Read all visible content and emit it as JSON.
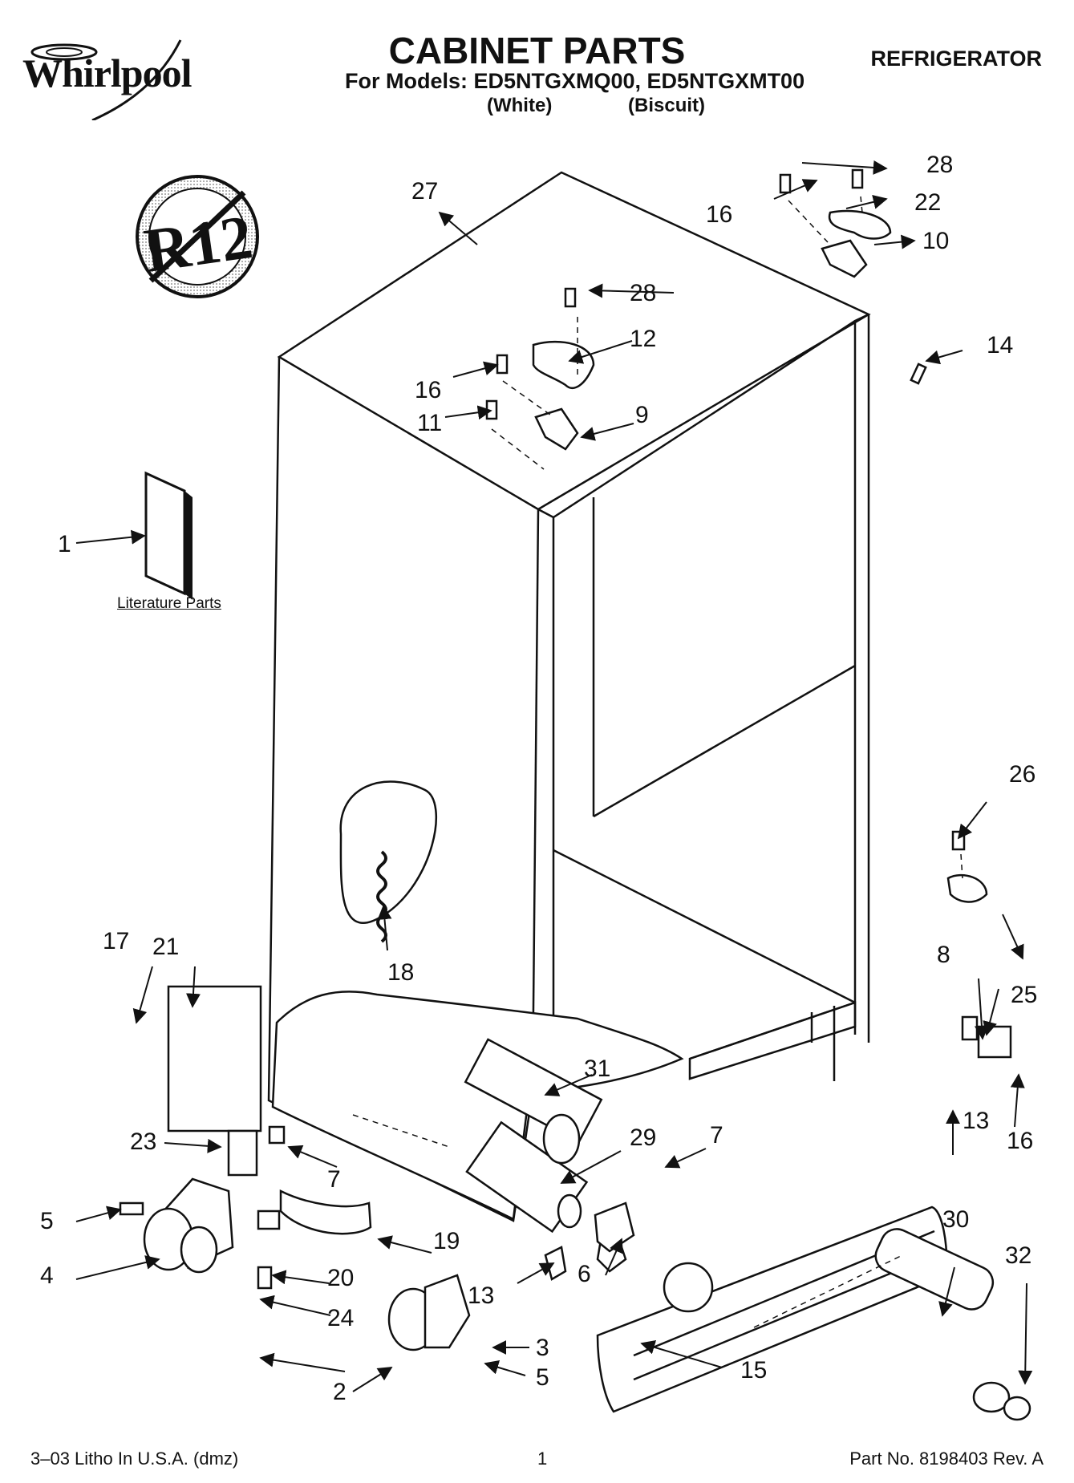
{
  "header": {
    "brand": "Whirlpool",
    "title": "CABINET PARTS",
    "models_line": "For Models: ED5NTGXMQ00, ED5NTGXMT00",
    "color_white": "(White)",
    "color_biscuit": "(Biscuit)",
    "category": "REFRIGERATOR"
  },
  "badge": {
    "text": "R12",
    "icon": "no-r12-icon"
  },
  "literature_label": "Literature Parts",
  "callouts": [
    {
      "id": "c1",
      "label": "1"
    },
    {
      "id": "c2",
      "label": "2"
    },
    {
      "id": "c3",
      "label": "3"
    },
    {
      "id": "c4",
      "label": "4"
    },
    {
      "id": "c5a",
      "label": "5"
    },
    {
      "id": "c5b",
      "label": "5"
    },
    {
      "id": "c6",
      "label": "6"
    },
    {
      "id": "c7a",
      "label": "7"
    },
    {
      "id": "c7b",
      "label": "7"
    },
    {
      "id": "c8",
      "label": "8"
    },
    {
      "id": "c9",
      "label": "9"
    },
    {
      "id": "c10",
      "label": "10"
    },
    {
      "id": "c11",
      "label": "11"
    },
    {
      "id": "c12",
      "label": "12"
    },
    {
      "id": "c13a",
      "label": "13"
    },
    {
      "id": "c13b",
      "label": "13"
    },
    {
      "id": "c14",
      "label": "14"
    },
    {
      "id": "c15",
      "label": "15"
    },
    {
      "id": "c16a",
      "label": "16"
    },
    {
      "id": "c16b",
      "label": "16"
    },
    {
      "id": "c16c",
      "label": "16"
    },
    {
      "id": "c17",
      "label": "17"
    },
    {
      "id": "c18",
      "label": "18"
    },
    {
      "id": "c19",
      "label": "19"
    },
    {
      "id": "c20",
      "label": "20"
    },
    {
      "id": "c21",
      "label": "21"
    },
    {
      "id": "c22",
      "label": "22"
    },
    {
      "id": "c23",
      "label": "23"
    },
    {
      "id": "c24",
      "label": "24"
    },
    {
      "id": "c25",
      "label": "25"
    },
    {
      "id": "c26",
      "label": "26"
    },
    {
      "id": "c27",
      "label": "27"
    },
    {
      "id": "c28a",
      "label": "28"
    },
    {
      "id": "c28b",
      "label": "28"
    },
    {
      "id": "c29",
      "label": "29"
    },
    {
      "id": "c30",
      "label": "30"
    },
    {
      "id": "c31",
      "label": "31"
    },
    {
      "id": "c32",
      "label": "32"
    }
  ],
  "footer": {
    "left": "3–03 Litho In U.S.A. (dmz)",
    "page": "1",
    "part_no": "Part No. 8198403 Rev. A"
  }
}
